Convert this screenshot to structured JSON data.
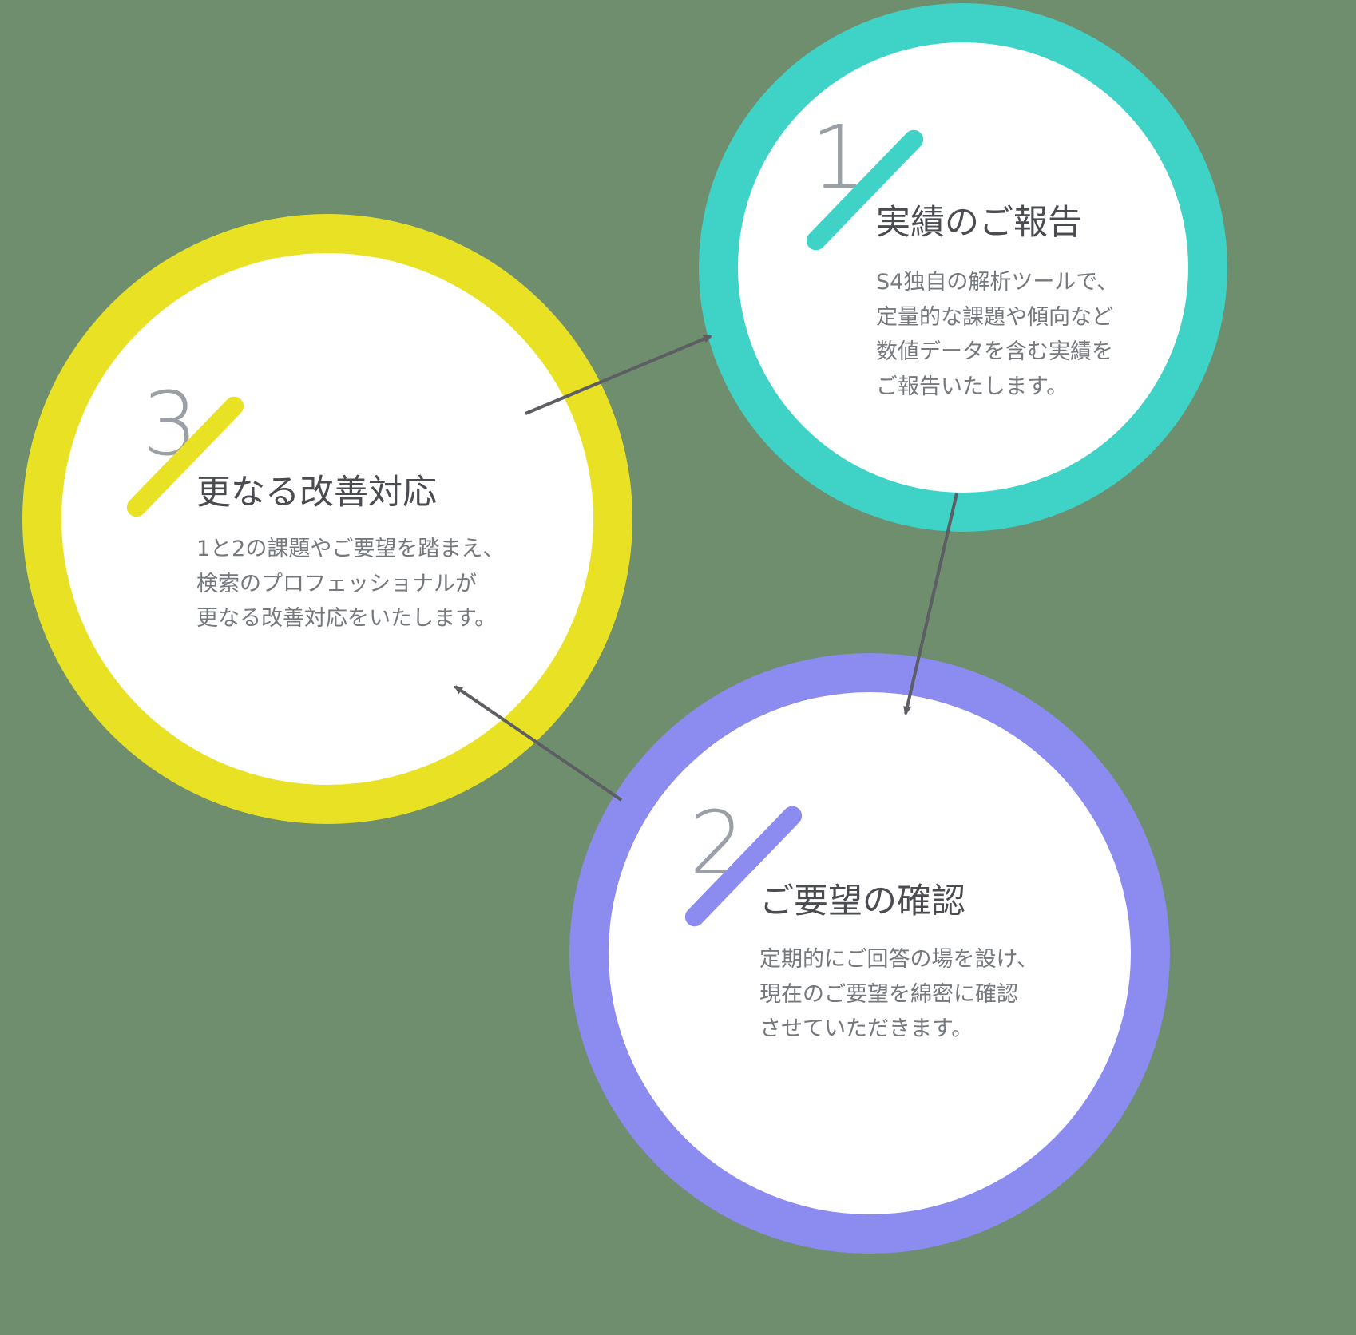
{
  "background_color": "#6e8e6e",
  "arrow_color": "#5d5d64",
  "text_colors": {
    "number": "#9aa0a6",
    "title": "#4a4c52",
    "description": "#75797e"
  },
  "steps": [
    {
      "number": "1",
      "title": "実績のご報告",
      "description": "S4独自の解析ツールで、\n定量的な課題や傾向など\n数値データを含む実績を\nご報告いたします。",
      "color": "#3fd2c7"
    },
    {
      "number": "2",
      "title": "ご要望の確認",
      "description": "定期的にご回答の場を設け、\n現在のご要望を綿密に確認\nさせていただきます。",
      "color": "#8b8bf0"
    },
    {
      "number": "3",
      "title": "更なる改善対応",
      "description": "1と2の課題やご要望を踏まえ、\n検索のプロフェッショナルが\n更なる改善対応をいたします。",
      "color": "#e9e124"
    }
  ]
}
